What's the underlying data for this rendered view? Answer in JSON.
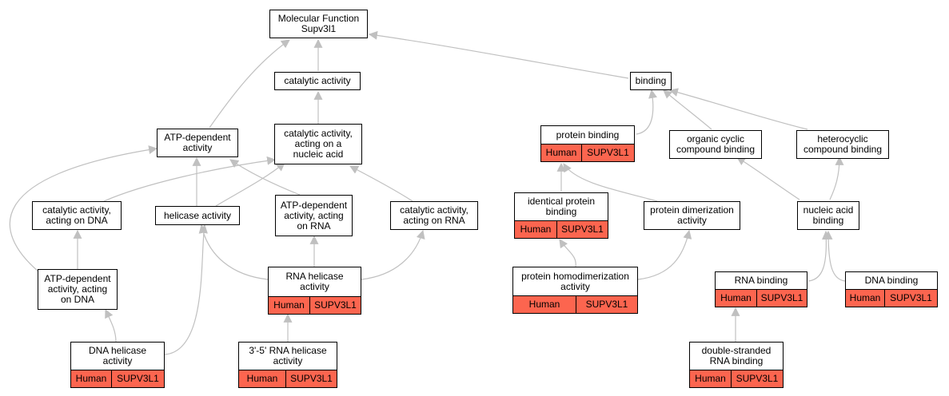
{
  "colors": {
    "annotation": "#fc654f",
    "edge": "#c0c0c0",
    "border": "#000000"
  },
  "nodes": [
    {
      "id": "mf",
      "name": "node-molecular-function",
      "label": "Molecular Function\nSupv3l1"
    },
    {
      "id": "cat",
      "name": "node-catalytic-activity",
      "label": "catalytic activity"
    },
    {
      "id": "bind",
      "name": "node-binding",
      "label": "binding"
    },
    {
      "id": "atpd",
      "name": "node-atp-dependent-activity",
      "label": "ATP-dependent\nactivity"
    },
    {
      "id": "canu",
      "name": "node-catalytic-activity-nucleic-acid",
      "label": "catalytic activity,\nacting on a\nnucleic acid"
    },
    {
      "id": "pb",
      "name": "node-protein-binding",
      "label": "protein binding",
      "species": "Human",
      "gene": "SUPV3L1"
    },
    {
      "id": "ocb",
      "name": "node-organic-cyclic-compound-binding",
      "label": "organic cyclic\ncompound binding"
    },
    {
      "id": "hcb",
      "name": "node-heterocyclic-compound-binding",
      "label": "heterocyclic\ncompound binding"
    },
    {
      "id": "cadna",
      "name": "node-catalytic-activity-dna",
      "label": "catalytic activity,\nacting on DNA"
    },
    {
      "id": "hel",
      "name": "node-helicase-activity",
      "label": "helicase activity"
    },
    {
      "id": "atprna",
      "name": "node-atp-dependent-activity-rna",
      "label": "ATP-dependent\nactivity, acting\non RNA"
    },
    {
      "id": "carna",
      "name": "node-catalytic-activity-rna",
      "label": "catalytic activity,\nacting on RNA"
    },
    {
      "id": "ipb",
      "name": "node-identical-protein-binding",
      "label": "identical protein\nbinding",
      "species": "Human",
      "gene": "SUPV3L1"
    },
    {
      "id": "pda",
      "name": "node-protein-dimerization-activity",
      "label": "protein dimerization\nactivity"
    },
    {
      "id": "nab",
      "name": "node-nucleic-acid-binding",
      "label": "nucleic acid\nbinding"
    },
    {
      "id": "atpdna",
      "name": "node-atp-dependent-activity-dna",
      "label": "ATP-dependent\nactivity, acting\non DNA"
    },
    {
      "id": "rnahel",
      "name": "node-rna-helicase-activity",
      "label": "RNA helicase\nactivity",
      "species": "Human",
      "gene": "SUPV3L1"
    },
    {
      "id": "phda",
      "name": "node-protein-homodimerization-activity",
      "label": "protein homodimerization\nactivity",
      "species": "Human",
      "gene": "SUPV3L1"
    },
    {
      "id": "rnab",
      "name": "node-rna-binding",
      "label": "RNA binding",
      "species": "Human",
      "gene": "SUPV3L1"
    },
    {
      "id": "dnab",
      "name": "node-dna-binding",
      "label": "DNA binding",
      "species": "Human",
      "gene": "SUPV3L1"
    },
    {
      "id": "dnahel",
      "name": "node-dna-helicase-activity",
      "label": "DNA helicase\nactivity",
      "species": "Human",
      "gene": "SUPV3L1"
    },
    {
      "id": "r35hel",
      "name": "node-3-5-rna-helicase-activity",
      "label": "3'-5' RNA helicase\nactivity",
      "species": "Human",
      "gene": "SUPV3L1"
    },
    {
      "id": "dsrna",
      "name": "node-double-stranded-rna-binding",
      "label": "double-stranded\nRNA binding",
      "species": "Human",
      "gene": "SUPV3L1"
    }
  ]
}
